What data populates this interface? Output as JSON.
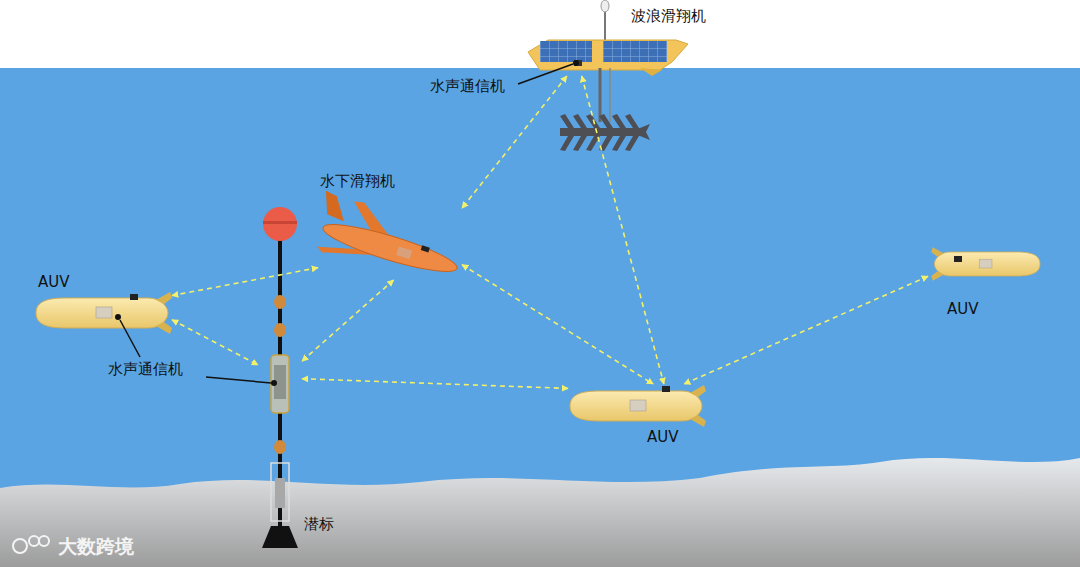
{
  "diagram": {
    "nodes": [
      {
        "text": [
          "波浪滑翔机"
        ]
      },
      {
        "text": [
          "水下滑翔机"
        ]
      },
      {
        "text": [
          "AUV"
        ]
      },
      {
        "text": [
          "潜标"
        ]
      },
      {
        "text": [
          "AUV"
        ]
      },
      {
        "text": [
          "AUV"
        ]
      }
    ],
    "edges": [
      {
        "from": 0,
        "to": 1,
        "arrow": "both"
      },
      {
        "from": 0,
        "to": 4,
        "arrow": "both"
      },
      {
        "from": 1,
        "to": 2,
        "arrow": "both"
      },
      {
        "from": 1,
        "to": 3,
        "arrow": "both"
      },
      {
        "from": 1,
        "to": 4,
        "arrow": "both"
      },
      {
        "from": 2,
        "to": 3,
        "arrow": "both"
      },
      {
        "from": 3,
        "to": 4,
        "arrow": "both"
      },
      {
        "from": 5,
        "to": 4,
        "arrow": "both"
      }
    ],
    "labels": [
      "水声通信机",
      "水声通信机",
      "大数跨境"
    ]
  }
}
